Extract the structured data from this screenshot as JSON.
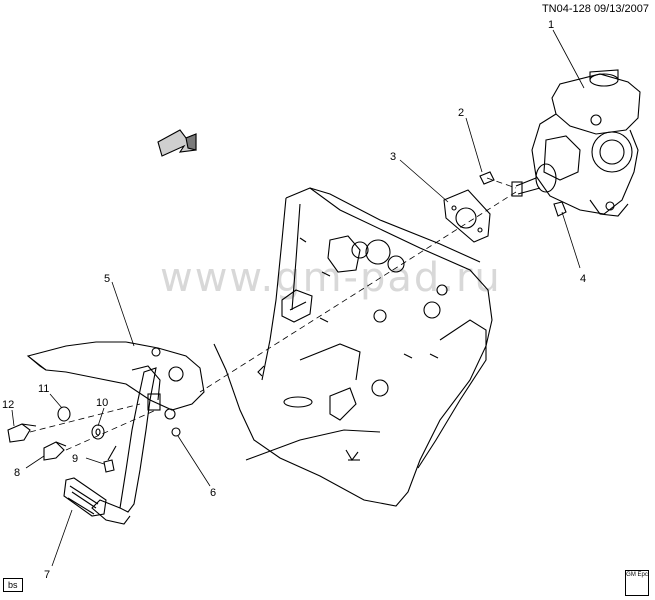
{
  "header": {
    "code": "TN04-128",
    "date": "09/13/2007"
  },
  "watermark": "www.gm-pad.ru",
  "corner_tag": "bs",
  "corner_icon": "GM Epc",
  "callouts": [
    "1",
    "2",
    "3",
    "4",
    "5",
    "6",
    "7",
    "8",
    "9",
    "10",
    "11",
    "12"
  ],
  "icons": {
    "front_arrow": "front-direction-arrow-icon"
  }
}
